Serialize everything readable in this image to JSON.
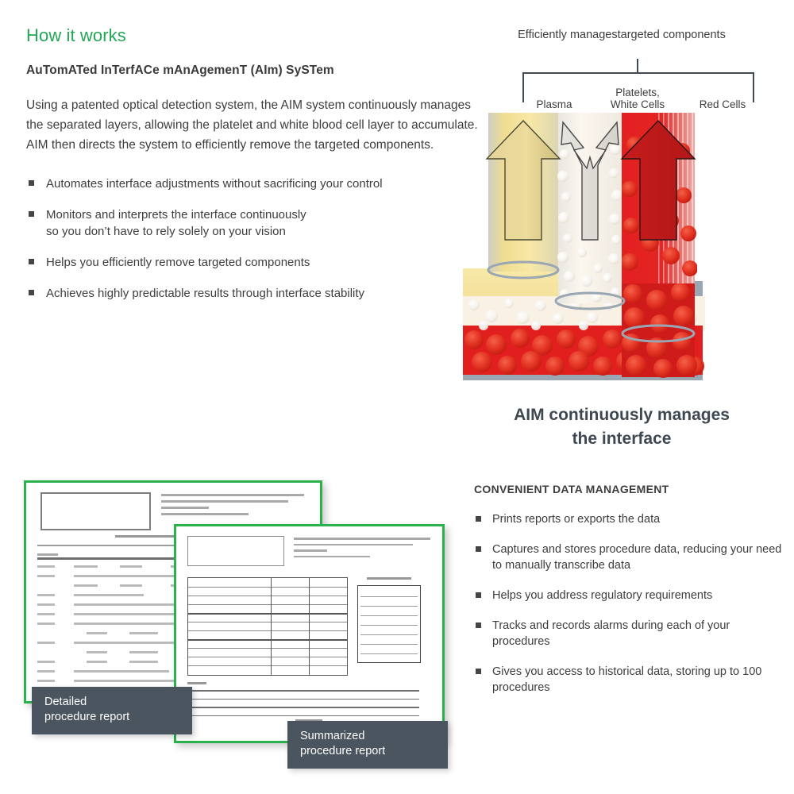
{
  "left": {
    "heading": "How it works",
    "subheading": "AuTomATed InTerfACe mAnAgemenT (AIm) SySTem",
    "paragraph": "Using a patented optical detection system, the AIM system continuously manages the separated layers, allowing the platelet and white blood cell layer to accumulate. AIM then directs the system to efficiently remove the targeted components.",
    "bullets": [
      {
        "line1": "Automates interface adjustments without sacrificing your control",
        "line2": ""
      },
      {
        "line1": "Monitors and interprets the interface continuously",
        "line2": "so you don’t have to rely solely on your vision"
      },
      {
        "line1": "Helps you efficiently remove targeted components",
        "line2": ""
      },
      {
        "line1": "Achieves highly predictable results through interface stability",
        "line2": ""
      }
    ]
  },
  "diagram": {
    "title": "Efficiently managestargeted components",
    "labels": {
      "plasma": "Plasma",
      "platelets_line1": "Platelets,",
      "platelets_line2": "White Cells",
      "red_cells": "Red Cells"
    },
    "caption_line1": "AIM continuously manages",
    "caption_line2": "the interface",
    "colors": {
      "plasma": "#f2dc8a",
      "plasma_arrow": "#d8c97e",
      "buffy_coat": "#f8efe2",
      "white_cells": "#ffffff",
      "red_cells": "#e11f1f",
      "red_arrow": "#c81b1b",
      "outline": "#3f4a55",
      "container_edge": "#9aa7b2"
    }
  },
  "reports": {
    "detailed": {
      "caption_line1": "Detailed",
      "caption_line2": "procedure report"
    },
    "summarized": {
      "caption_line1": "Summarized",
      "caption_line2": "procedure report"
    },
    "accent_color": "#2bb24c"
  },
  "data_management": {
    "title": "CONVENIENT DATA MANAGEMENT",
    "bullets": [
      {
        "line1": "Prints reports or exports the data",
        "line2": ""
      },
      {
        "line1": "Captures and stores procedure data,",
        "line2": "reducing your need to manually transcribe data"
      },
      {
        "line1": "Helps you address regulatory requirements",
        "line2": ""
      },
      {
        "line1": "Tracks and records alarms during each",
        "line2": "of your procedures"
      },
      {
        "line1": "Gives you access to historical data,",
        "line2": "storing up to 100 procedures"
      }
    ]
  },
  "theme": {
    "green": "#22a757",
    "text": "#3d3d3d",
    "caption_bg": "#4a555f"
  }
}
